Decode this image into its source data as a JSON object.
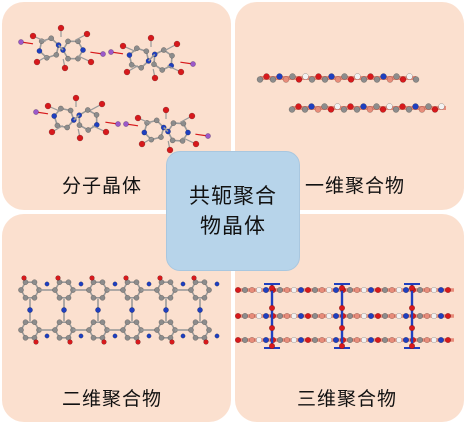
{
  "center": {
    "line1": "共轭聚合",
    "line2": "物晶体"
  },
  "quadrants": {
    "top_left": {
      "label": "分子晶体"
    },
    "top_right": {
      "label": "一维聚合物"
    },
    "bottom_left": {
      "label": "二维聚合物"
    },
    "bottom_right": {
      "label": "三维聚合物"
    }
  },
  "colors": {
    "panel_bg": "#fbe0cf",
    "center_bg": "#b7d4ea",
    "carbon": "#8c8c8c",
    "oxygen": "#d7191c",
    "nitrogen": "#1f3fbf",
    "iodine": "#9b59c9",
    "hydrogen": "#f2f2f2",
    "bond_salmon": "#e88c7a"
  }
}
